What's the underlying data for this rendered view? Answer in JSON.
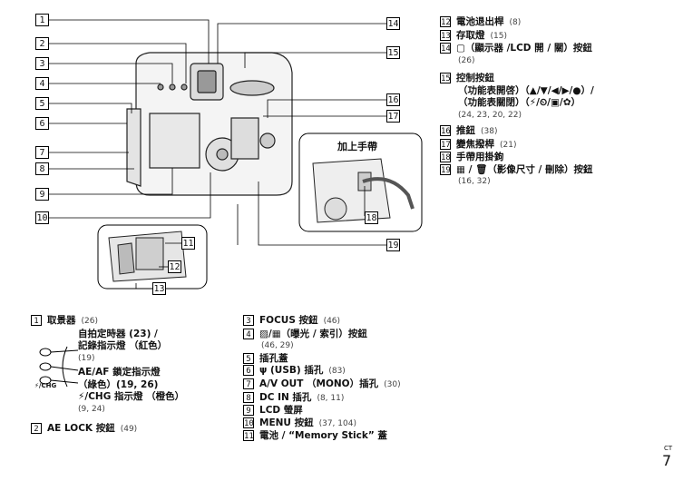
{
  "diagram": {
    "callouts_left": [
      "1",
      "2",
      "3",
      "4",
      "5",
      "6",
      "7",
      "8",
      "9",
      "10"
    ],
    "callouts_right": [
      "14",
      "15",
      "16",
      "17",
      "19"
    ],
    "callouts_bottom": [
      "11",
      "12",
      "13",
      "18"
    ],
    "strap_label": "加上手帶"
  },
  "right_list": [
    {
      "num": "12",
      "title": "電池退出桿",
      "ref": "(8)"
    },
    {
      "num": "13",
      "title": "存取燈",
      "ref": "(15)"
    },
    {
      "num": "14",
      "title": "▢（顯示器 /LCD 開 / 關）按鈕",
      "ref": "(26)"
    },
    {
      "num": "15",
      "title": "控制按鈕",
      "lines": [
        "（功能表開啓）（▲/▼/◀/▶/●）/",
        "（功能表關閉）（⚡/⏲/▣/✿）"
      ],
      "ref": "(24, 23, 20, 22)"
    },
    {
      "num": "16",
      "title": "推鈕",
      "ref": "(38)"
    },
    {
      "num": "17",
      "title": "變焦撥桿",
      "ref": "(21)"
    },
    {
      "num": "18",
      "title": "手帶用掛鉤",
      "ref": ""
    },
    {
      "num": "19",
      "title": "▦ / 🗑（影像尺寸 / 刪除）按鈕",
      "ref": "(16, 32)"
    }
  ],
  "left_list": {
    "item1": {
      "num": "1",
      "title": "取景器",
      "ref": "(26)"
    },
    "item1_sub": {
      "self_timer": "自拍定時器 (23) /",
      "rec_lamp": "記錄指示燈 （紅色）",
      "rec_ref": "(19)",
      "aeaf": "AE/AF 鎖定指示燈",
      "aeaf2": "（綠色）(19, 26)",
      "chg": "⚡/CHG 指示燈 （橙色）",
      "chg_ref": "(9, 24)",
      "chg_icon_label": "⚡/CHG"
    },
    "item2": {
      "num": "2",
      "title": "AE LOCK 按鈕",
      "ref": "(49)"
    }
  },
  "mid_list": [
    {
      "num": "3",
      "title": "FOCUS 按鈕",
      "ref": "(46)"
    },
    {
      "num": "4",
      "title": "▨/▦（曝光 / 索引）按鈕",
      "ref": "(46, 29)"
    },
    {
      "num": "5",
      "title": "插孔蓋",
      "ref": ""
    },
    {
      "num": "6",
      "title": "ψ (USB) 插孔",
      "ref": "(83)"
    },
    {
      "num": "7",
      "title": "A/V OUT （MONO）插孔",
      "ref": "(30)"
    },
    {
      "num": "8",
      "title": "DC IN 插孔",
      "ref": "(8, 11)"
    },
    {
      "num": "9",
      "title": "LCD 螢屏",
      "ref": ""
    },
    {
      "num": "10",
      "title": "MENU 按鈕",
      "ref": "(37, 104)"
    },
    {
      "num": "11",
      "title": "電池 / “Memory Stick” 蓋",
      "ref": ""
    }
  ],
  "page": {
    "lang_code": "CT",
    "page_number": "7"
  }
}
